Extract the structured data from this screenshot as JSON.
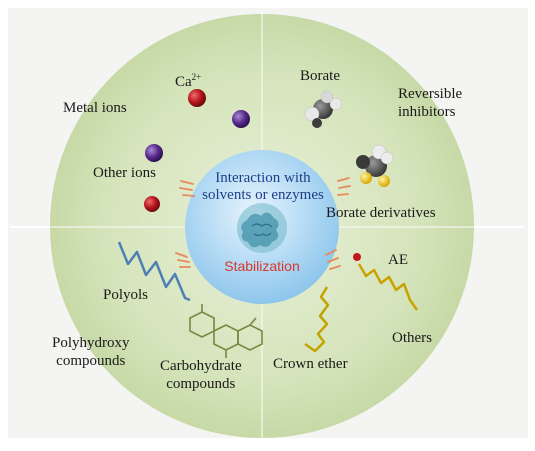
{
  "center": {
    "interaction_label": "Interaction with\nsolvents or enzymes",
    "stabilization_label": "Stabilization"
  },
  "labels": {
    "ca": "Ca",
    "ca_charge": "2+",
    "metal_ions": "Metal ions",
    "other_ions": "Other ions",
    "borate": "Borate",
    "reversible_inhibitors": "Reversible\ninhibitors",
    "borate_derivatives": "Borate derivatives",
    "ae": "AE",
    "others": "Others",
    "crown_ether": "Crown ether",
    "carbohydrate_compounds": "Carbohydrate\ncompounds",
    "polyols": "Polyols",
    "polyhydroxy_compounds": "Polyhydroxy\ncompounds"
  },
  "colors": {
    "outer_circle": "#cfe0b2",
    "inner_circle": "#a9d4f2",
    "center_text": "#1e3f8a",
    "stabilization_text": "#d7382b",
    "label_text": "#1a1a1a",
    "arrow": "#e58a5c",
    "ion_red": "#b3151b",
    "ion_purple": "#5a2a8e",
    "chain_blue": "#4e7fb4",
    "chain_yellow": "#c9a200",
    "chain_olive": "#7a8642"
  }
}
